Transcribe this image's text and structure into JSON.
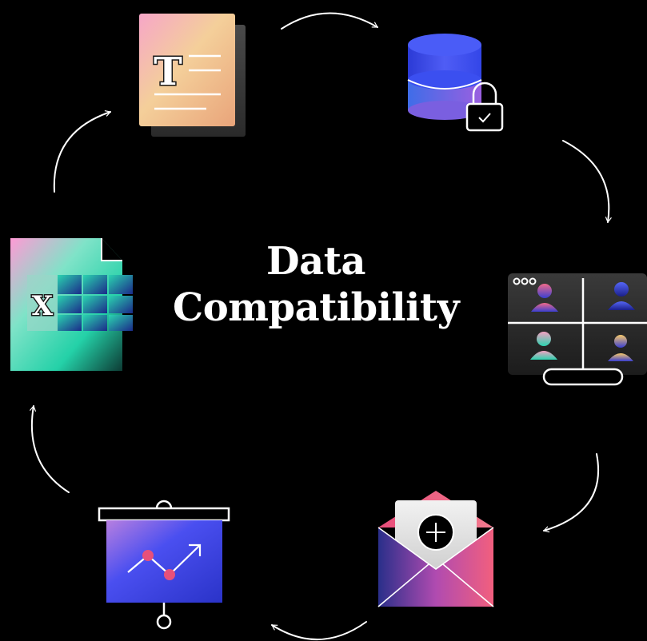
{
  "title": {
    "line1": "Data",
    "line2": "Compatibility"
  },
  "icons": {
    "document": {
      "glyph": "T"
    },
    "spreadsheet": {
      "glyph": "X"
    },
    "database": {
      "icon": "database-lock-icon"
    },
    "video_call": {
      "icon": "video-conference-icon"
    },
    "email": {
      "icon": "email-add-icon"
    },
    "presentation": {
      "icon": "presentation-chart-icon"
    }
  },
  "colors": {
    "background": "#000000",
    "text": "#ffffff",
    "arrow": "#ffffff"
  }
}
